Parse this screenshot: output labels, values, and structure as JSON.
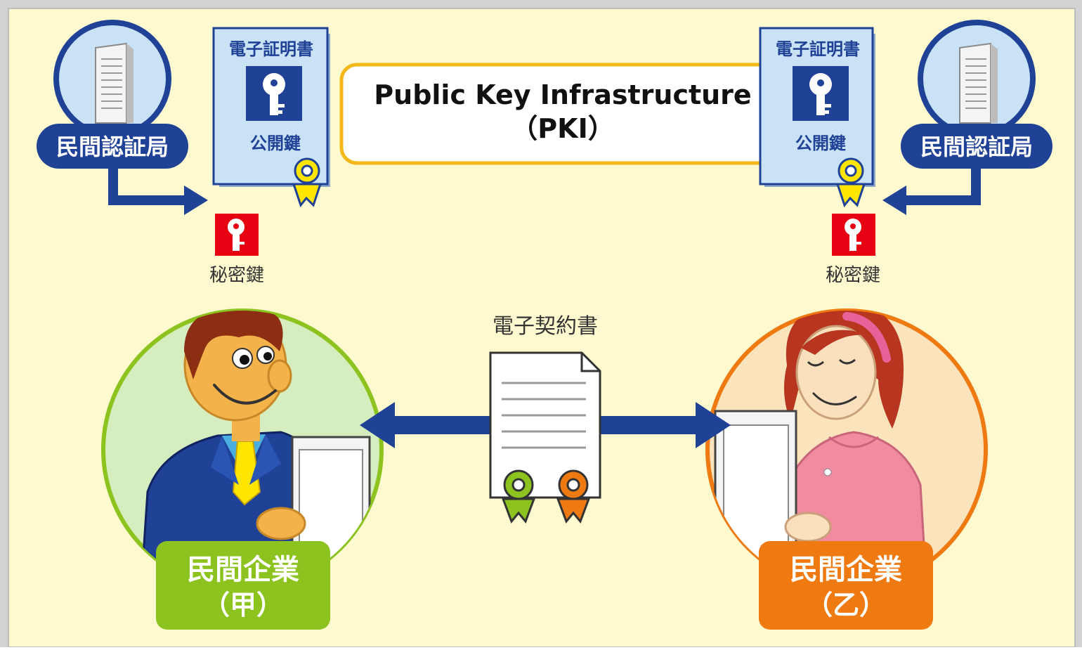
{
  "title": {
    "line1": "Public Key Infrastructure",
    "line2": "（PKI）"
  },
  "ca_left": {
    "label": "民間認証局"
  },
  "ca_right": {
    "label": "民間認証局"
  },
  "cert_left": {
    "heading": "電子証明書",
    "key_label": "公開鍵"
  },
  "cert_right": {
    "heading": "電子証明書",
    "key_label": "公開鍵"
  },
  "private_key_left": {
    "label": "秘密鍵"
  },
  "private_key_right": {
    "label": "秘密鍵"
  },
  "contract": {
    "label": "電子契約書"
  },
  "company_left": {
    "line1": "民間企業",
    "line2": "（甲）"
  },
  "company_right": {
    "line1": "民間企業",
    "line2": "（乙）"
  },
  "colors": {
    "background": "#fef9cf",
    "navy": "#1f4196",
    "cert_blue": "#c9e2f5",
    "private_key_red": "#e60012",
    "green": "#8cc31f",
    "orange": "#ef7a12",
    "title_border": "#f3b91b"
  }
}
